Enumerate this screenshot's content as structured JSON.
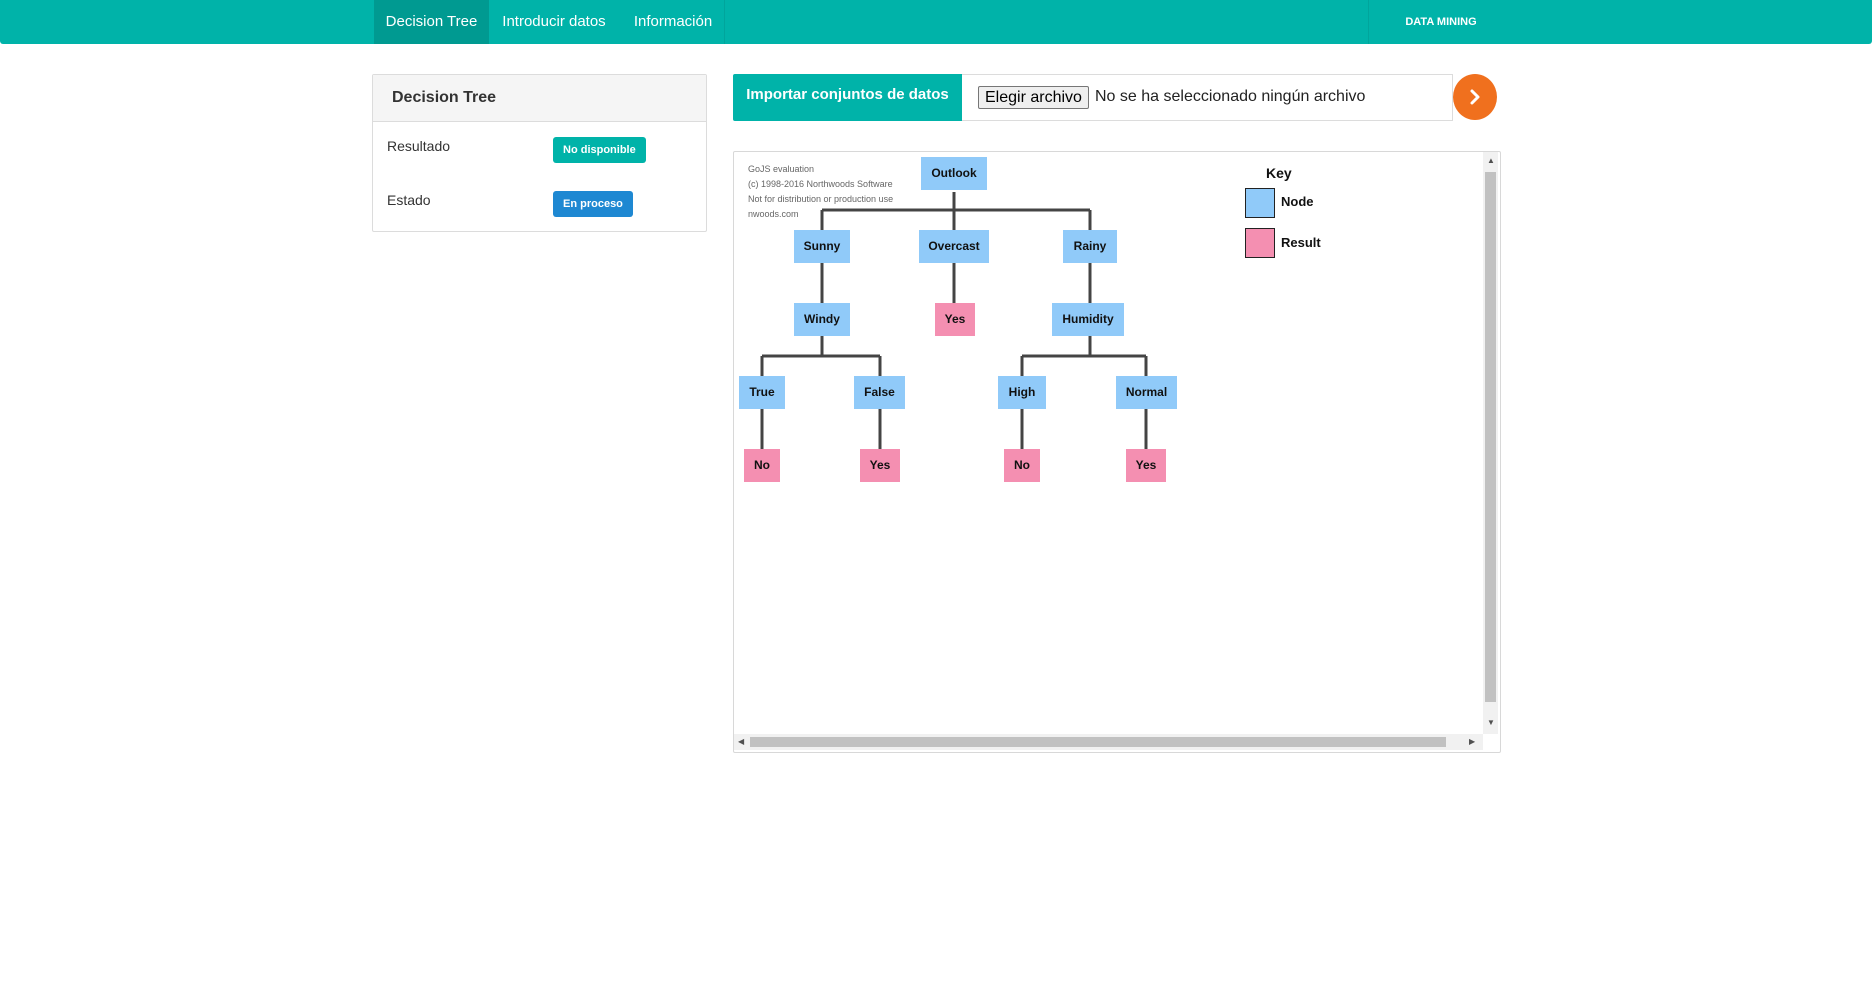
{
  "nav": {
    "items": [
      {
        "label": "Decision Tree",
        "active": true
      },
      {
        "label": "Introducir datos",
        "active": false
      },
      {
        "label": "Información",
        "active": false
      }
    ],
    "brand": "DATA MINING"
  },
  "panel": {
    "title": "Decision Tree",
    "rows": [
      {
        "label": "Resultado",
        "badge": "No disponible",
        "color": "#00b3a9"
      },
      {
        "label": "Estado",
        "badge": "En proceso",
        "color": "#1e88d2"
      }
    ]
  },
  "import": {
    "button_label": "Importar conjuntos de datos",
    "choose_label": "Elegir archivo",
    "status": "No se ha seleccionado ningún archivo",
    "go_icon": "chevron-right-icon"
  },
  "diagram": {
    "watermark": [
      "GoJS evaluation",
      "(c) 1998-2016 Northwoods Software",
      "Not for distribution or production use",
      "nwoods.com"
    ],
    "key": {
      "title": "Key",
      "items": [
        {
          "label": "Node",
          "color": "#90caf9"
        },
        {
          "label": "Result",
          "color": "#f48fb1"
        }
      ]
    },
    "tree": {
      "outlook": "Outlook",
      "sunny": "Sunny",
      "overcast": "Overcast",
      "rainy": "Rainy",
      "windy": "Windy",
      "overcast_yes": "Yes",
      "humidity": "Humidity",
      "true": "True",
      "false": "False",
      "high": "High",
      "normal": "Normal",
      "true_no": "No",
      "false_yes": "Yes",
      "high_no": "No",
      "normal_yes": "Yes"
    }
  },
  "colors": {
    "primary": "#00b3a9",
    "accent": "#f0701e",
    "node": "#90caf9",
    "result": "#f48fb1"
  }
}
